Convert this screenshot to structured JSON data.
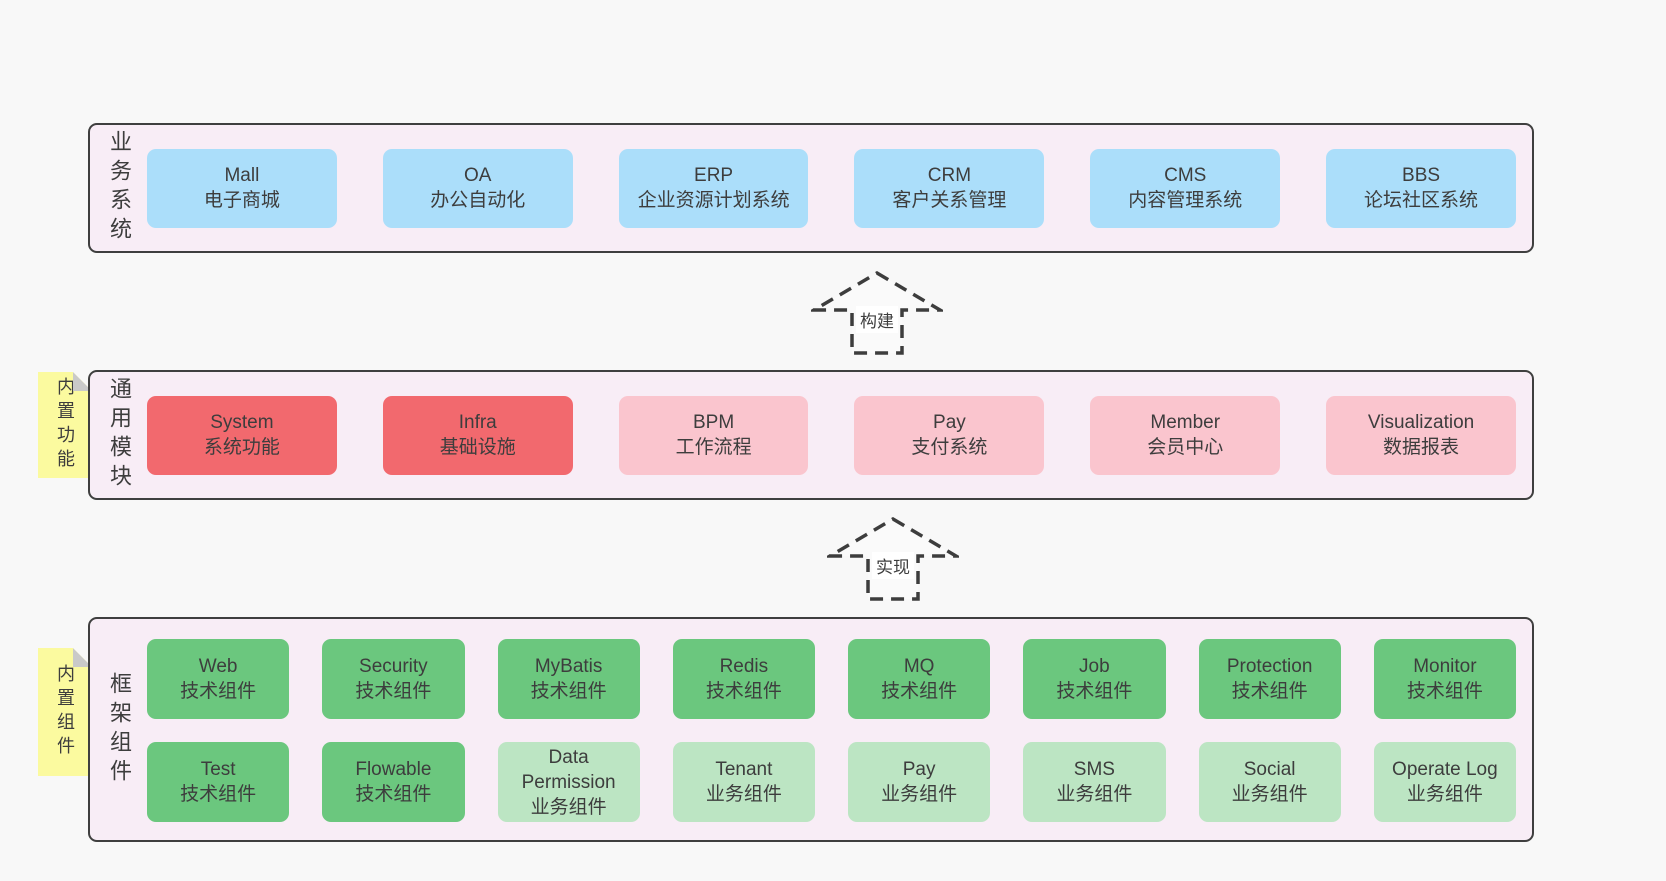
{
  "diagram": {
    "sections": [
      {
        "label": "业务系统",
        "boxes": [
          {
            "name": "Mall",
            "desc": "电子商城"
          },
          {
            "name": "OA",
            "desc": "办公自动化"
          },
          {
            "name": "ERP",
            "desc": "企业资源计划系统"
          },
          {
            "name": "CRM",
            "desc": "客户关系管理"
          },
          {
            "name": "CMS",
            "desc": "内容管理系统"
          },
          {
            "name": "BBS",
            "desc": "论坛社区系统"
          }
        ]
      },
      {
        "label": "通用模块",
        "note": "内置功能",
        "boxes": [
          {
            "name": "System",
            "desc": "系统功能"
          },
          {
            "name": "Infra",
            "desc": "基础设施"
          },
          {
            "name": "BPM",
            "desc": "工作流程"
          },
          {
            "name": "Pay",
            "desc": "支付系统"
          },
          {
            "name": "Member",
            "desc": "会员中心"
          },
          {
            "name": "Visualization",
            "desc": "数据报表"
          }
        ]
      },
      {
        "label": "框架组件",
        "note": "内置组件",
        "rows": [
          [
            {
              "name": "Web",
              "desc": "技术组件"
            },
            {
              "name": "Security",
              "desc": "技术组件"
            },
            {
              "name": "MyBatis",
              "desc": "技术组件"
            },
            {
              "name": "Redis",
              "desc": "技术组件"
            },
            {
              "name": "MQ",
              "desc": "技术组件"
            },
            {
              "name": "Job",
              "desc": "技术组件"
            },
            {
              "name": "Protection",
              "desc": "技术组件"
            },
            {
              "name": "Monitor",
              "desc": "技术组件"
            }
          ],
          [
            {
              "name": "Test",
              "desc": "技术组件"
            },
            {
              "name": "Flowable",
              "desc": "技术组件"
            },
            {
              "name": "Data Permission",
              "desc": "业务组件"
            },
            {
              "name": "Tenant",
              "desc": "业务组件"
            },
            {
              "name": "Pay",
              "desc": "业务组件"
            },
            {
              "name": "SMS",
              "desc": "业务组件"
            },
            {
              "name": "Social",
              "desc": "业务组件"
            },
            {
              "name": "Operate Log",
              "desc": "业务组件"
            }
          ]
        ]
      }
    ],
    "arrows": [
      {
        "label": "构建"
      },
      {
        "label": "实现"
      }
    ],
    "colors": {
      "page_bg": "#f8f8f8",
      "panel_bg": "#f8edf6",
      "panel_border": "#3f3f3f",
      "blue": "#abdefa",
      "red": "#f2696e",
      "pink": "#fac5ce",
      "green_dark": "#6bc77e",
      "green_light": "#bce5c3",
      "sticky_yellow": "#fbfa9f",
      "text": "#3d3d3d"
    }
  }
}
